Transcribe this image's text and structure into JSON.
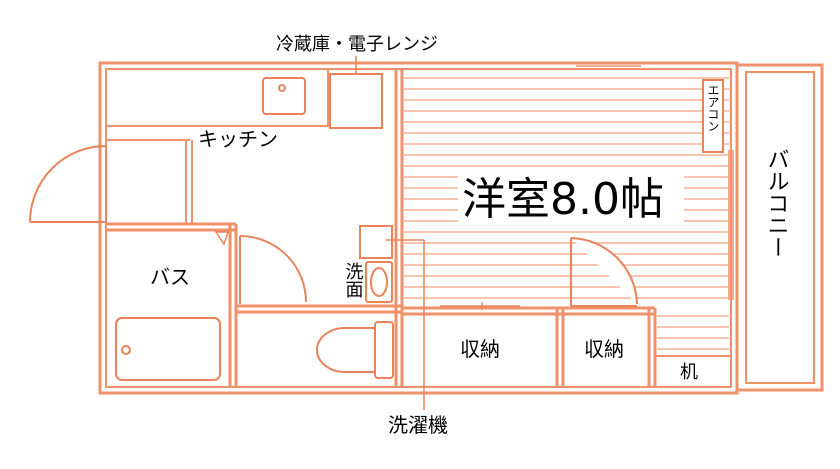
{
  "labels": {
    "fridge_microwave": "冷蔵庫・電子レンジ",
    "kitchen": "キッチン",
    "aircon": "エアコン",
    "room": "洋室8.0帖",
    "balcony": "バルコニー",
    "bath": "バス",
    "washbasin": "洗面",
    "storage_left": "収納",
    "storage_right": "収納",
    "desk": "机",
    "washing_machine": "洗濯機"
  },
  "colors": {
    "wall": "#f0916a",
    "line": "#f4a27f",
    "fixture": "#e8845a",
    "background": "#ffffff",
    "text": "#000000"
  }
}
